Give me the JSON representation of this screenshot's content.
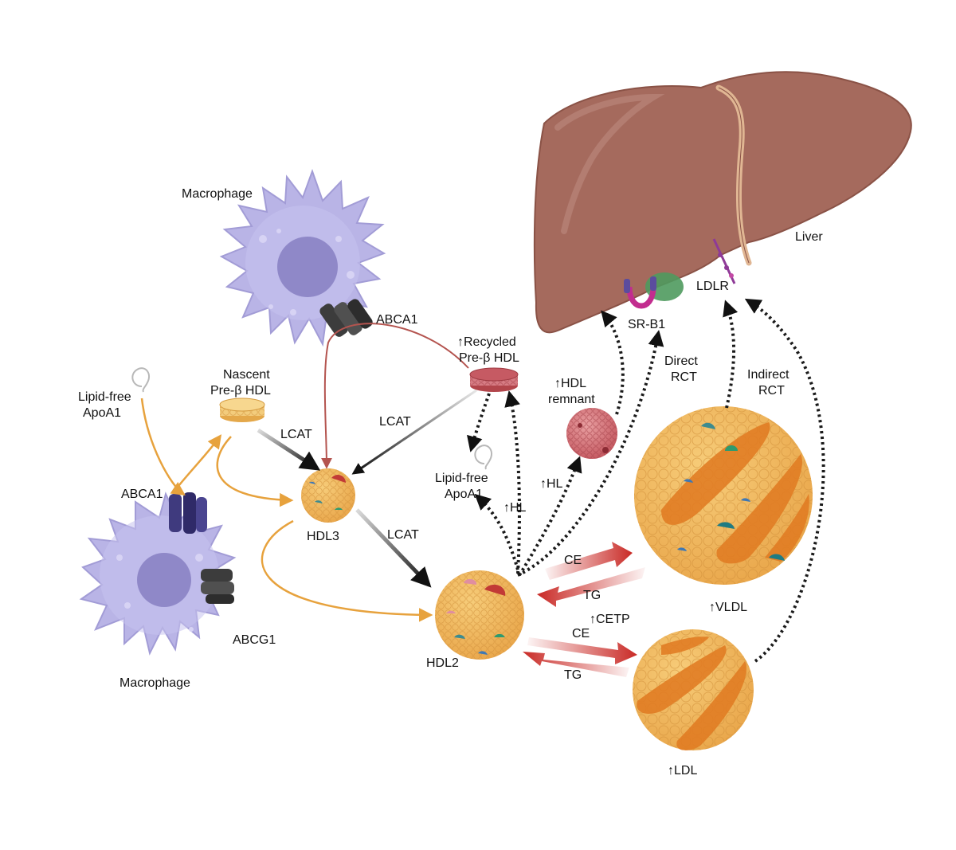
{
  "labels": {
    "macrophage_top": "Macrophage",
    "macrophage_bottom": "Macrophage",
    "abca1_top": "ABCA1",
    "abca1_bottom": "ABCA1",
    "abcg1": "ABCG1",
    "lipid_free_apoa1_left_1": "Lipid-free",
    "lipid_free_apoa1_left_2": "ApoA1",
    "nascent_1": "Nascent",
    "nascent_2": "Pre-β HDL",
    "lcat_1": "LCAT",
    "lcat_2": "LCAT",
    "lcat_3": "LCAT",
    "hdl3": "HDL3",
    "hdl2": "HDL2",
    "recycled_1": "↑Recycled",
    "recycled_2": "Pre-β HDL",
    "lipid_free_apoa1_mid_1": "Lipid-free",
    "lipid_free_apoa1_mid_2": "ApoA1",
    "hl_1": "↑HL",
    "hl_2": "↑HL",
    "hdl_remnant_1": "↑HDL",
    "hdl_remnant_2": "remnant",
    "direct_rct_1": "Direct",
    "direct_rct_2": "RCT",
    "indirect_rct_1": "Indirect",
    "indirect_rct_2": "RCT",
    "sr_b1": "SR-B1",
    "ldlr": "LDLR",
    "liver": "Liver",
    "vldl": "↑VLDL",
    "ldl": "↑LDL",
    "ce_1": "CE",
    "tg_1": "TG",
    "ce_2": "CE",
    "tg_2": "TG",
    "cetp": "↑CETP"
  },
  "colors": {
    "liver": "#a56a5d",
    "liver_ligament": "#d9a98a",
    "macrophage": "#b9b4e6",
    "nucleus": "#8f88c8",
    "particle": "#f2b95a",
    "orange_arrow": "#e7a23d",
    "red_arrow": "#b4544f",
    "transfer": "#c92a26",
    "dotted": "#1a1a1a"
  }
}
